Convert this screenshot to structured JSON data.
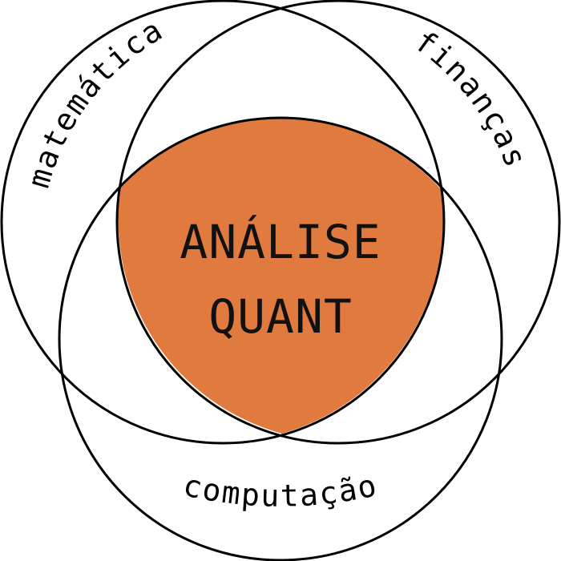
{
  "diagram": {
    "sets": [
      {
        "id": "math",
        "label": "matemática"
      },
      {
        "id": "finance",
        "label": "finanças"
      },
      {
        "id": "computing",
        "label": "computação"
      }
    ],
    "intersection": {
      "lines": [
        "ANÁLISE",
        "QUANT"
      ],
      "fill_color": "#E07A3F"
    },
    "stroke_color": "#000000",
    "background_color": "#FFFFFF"
  }
}
